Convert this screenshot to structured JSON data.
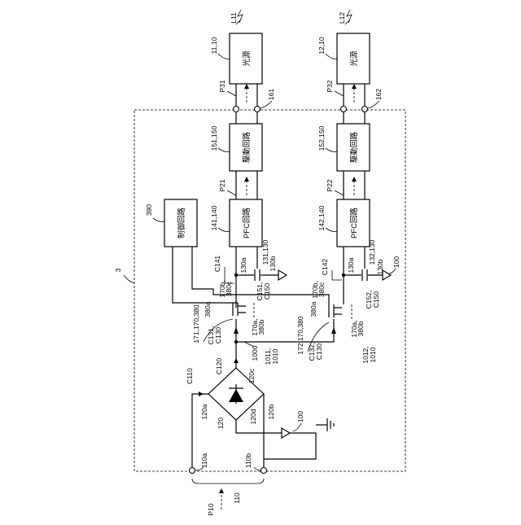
{
  "boxes": {
    "light_source_1": "光源",
    "light_source_2": "光源",
    "drive_circuit_1": "駆動回路",
    "drive_circuit_2": "駆動回路",
    "pfc_circuit_1": "PFC回路",
    "pfc_circuit_2": "PFC回路",
    "control_circuit": "制御回路"
  },
  "labels": {
    "L11": "L11",
    "L12": "L12",
    "src1_ref": "11,10",
    "src2_ref": "12,10",
    "P31": "P31",
    "P32": "P32",
    "term161": "161",
    "term162": "162",
    "drv1_ref": "151,150",
    "drv2_ref": "152,150",
    "P21": "P21",
    "P22": "P22",
    "pfc1_ref": "141,140",
    "pfc2_ref": "142,140",
    "ctrl_ref": "390",
    "C141": "C141",
    "C142": "C142",
    "cap131": "131,130",
    "cap132": "132,130",
    "t130a_1": "130a",
    "t130b_1": "130b",
    "t130a_2": "130a",
    "t130b_2": "130b",
    "gnd100_top": "100",
    "gnd100_bottom": "100",
    "ref3": "3",
    "s170b_1": "170b,",
    "s380c_1": "380c",
    "s170b_2": "170b,",
    "s380c_2": "380c",
    "C151": "C151,",
    "C150_1": "C150",
    "C152": "C152,",
    "C150_2": "C150",
    "s380a_1": "380a",
    "s380a_2": "380a",
    "sw171": "171,170,380",
    "sw172": "172,170,380",
    "s170a_1": "170a,",
    "s380b_1": "380b",
    "s170a_2": "170a,",
    "s380b_2": "380b",
    "C131": "C131,",
    "C130_1": "C130",
    "C132": "C132,",
    "C130_2": "C130",
    "n1000": "1000",
    "n1011": "1011,",
    "n1010_1": "1010",
    "n1012": "1012,",
    "n1010_2": "1010",
    "C110": "C110",
    "C120": "C120",
    "r120c": "120c",
    "r120a": "120a",
    "r120": "120",
    "r120d": "120d",
    "r120b": "120b",
    "r110a": "110a",
    "r110b": "110b",
    "P10": "P10",
    "r110": "110"
  }
}
